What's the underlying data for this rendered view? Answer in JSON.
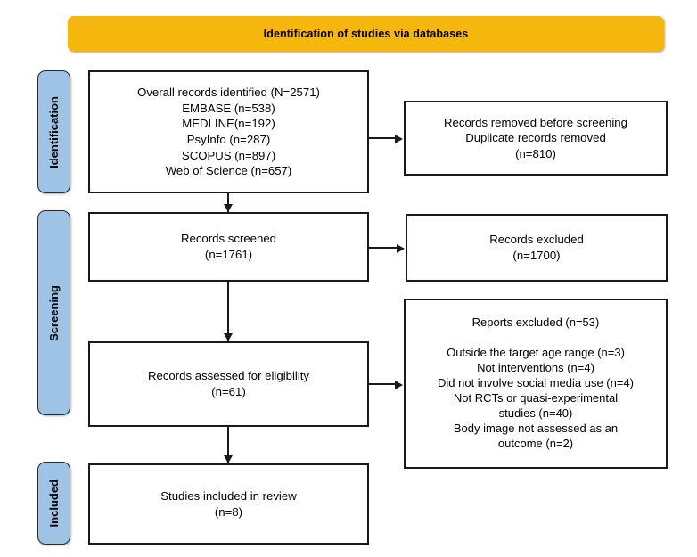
{
  "header": {
    "title": "Identification of studies via databases",
    "banner_color": "#f5b60d"
  },
  "stages": {
    "pill_color": "#9dc3e6",
    "items": [
      {
        "label": "Identification"
      },
      {
        "label": "Screening"
      },
      {
        "label": "Included"
      }
    ]
  },
  "flow": {
    "identified": "Overall records identified (N=2571)\nEMBASE (n=538)\nMEDLINE(n=192)\nPsyInfo (n=287)\nSCOPUS (n=897)\nWeb of Science (n=657)",
    "removed": "Records removed before screening\nDuplicate records removed\n(n=810)",
    "screened": "Records screened\n(n=1761)",
    "excluded_screened": "Records excluded\n(n=1700)",
    "eligibility": "Records assessed for eligibility\n(n=61)",
    "reports_excluded": "Reports excluded (n=53)\n\nOutside the target age range (n=3)\nNot interventions (n=4)\nDid not involve social media use (n=4)\nNot RCTs or quasi-experimental\nstudies (n=40)\nBody image not assessed as an\noutcome (n=2)",
    "included": "Studies included in review\n(n=8)"
  },
  "chart_data": {
    "type": "table",
    "title": "Identification of studies via databases",
    "nodes": [
      {
        "stage": "Identification",
        "label": "Overall records identified",
        "key": "N",
        "value": 2571
      },
      {
        "stage": "Identification",
        "label": "EMBASE",
        "key": "n",
        "value": 538
      },
      {
        "stage": "Identification",
        "label": "MEDLINE",
        "key": "n",
        "value": 192
      },
      {
        "stage": "Identification",
        "label": "PsyInfo",
        "key": "n",
        "value": 287
      },
      {
        "stage": "Identification",
        "label": "SCOPUS",
        "key": "n",
        "value": 897
      },
      {
        "stage": "Identification",
        "label": "Web of Science",
        "key": "n",
        "value": 657
      },
      {
        "stage": "Identification",
        "label": "Records removed before screening / Duplicate records removed",
        "key": "n",
        "value": 810
      },
      {
        "stage": "Screening",
        "label": "Records screened",
        "key": "n",
        "value": 1761
      },
      {
        "stage": "Screening",
        "label": "Records excluded",
        "key": "n",
        "value": 1700
      },
      {
        "stage": "Screening",
        "label": "Records assessed for eligibility",
        "key": "n",
        "value": 61
      },
      {
        "stage": "Screening",
        "label": "Reports excluded",
        "key": "n",
        "value": 53
      },
      {
        "stage": "Screening",
        "label": "Outside the target age range",
        "key": "n",
        "value": 3
      },
      {
        "stage": "Screening",
        "label": "Not interventions",
        "key": "n",
        "value": 4
      },
      {
        "stage": "Screening",
        "label": "Did not involve social media use",
        "key": "n",
        "value": 4
      },
      {
        "stage": "Screening",
        "label": "Not RCTs or quasi-experimental studies",
        "key": "n",
        "value": 40
      },
      {
        "stage": "Screening",
        "label": "Body image not assessed as an outcome",
        "key": "n",
        "value": 2
      },
      {
        "stage": "Included",
        "label": "Studies included in review",
        "key": "n",
        "value": 8
      }
    ]
  }
}
